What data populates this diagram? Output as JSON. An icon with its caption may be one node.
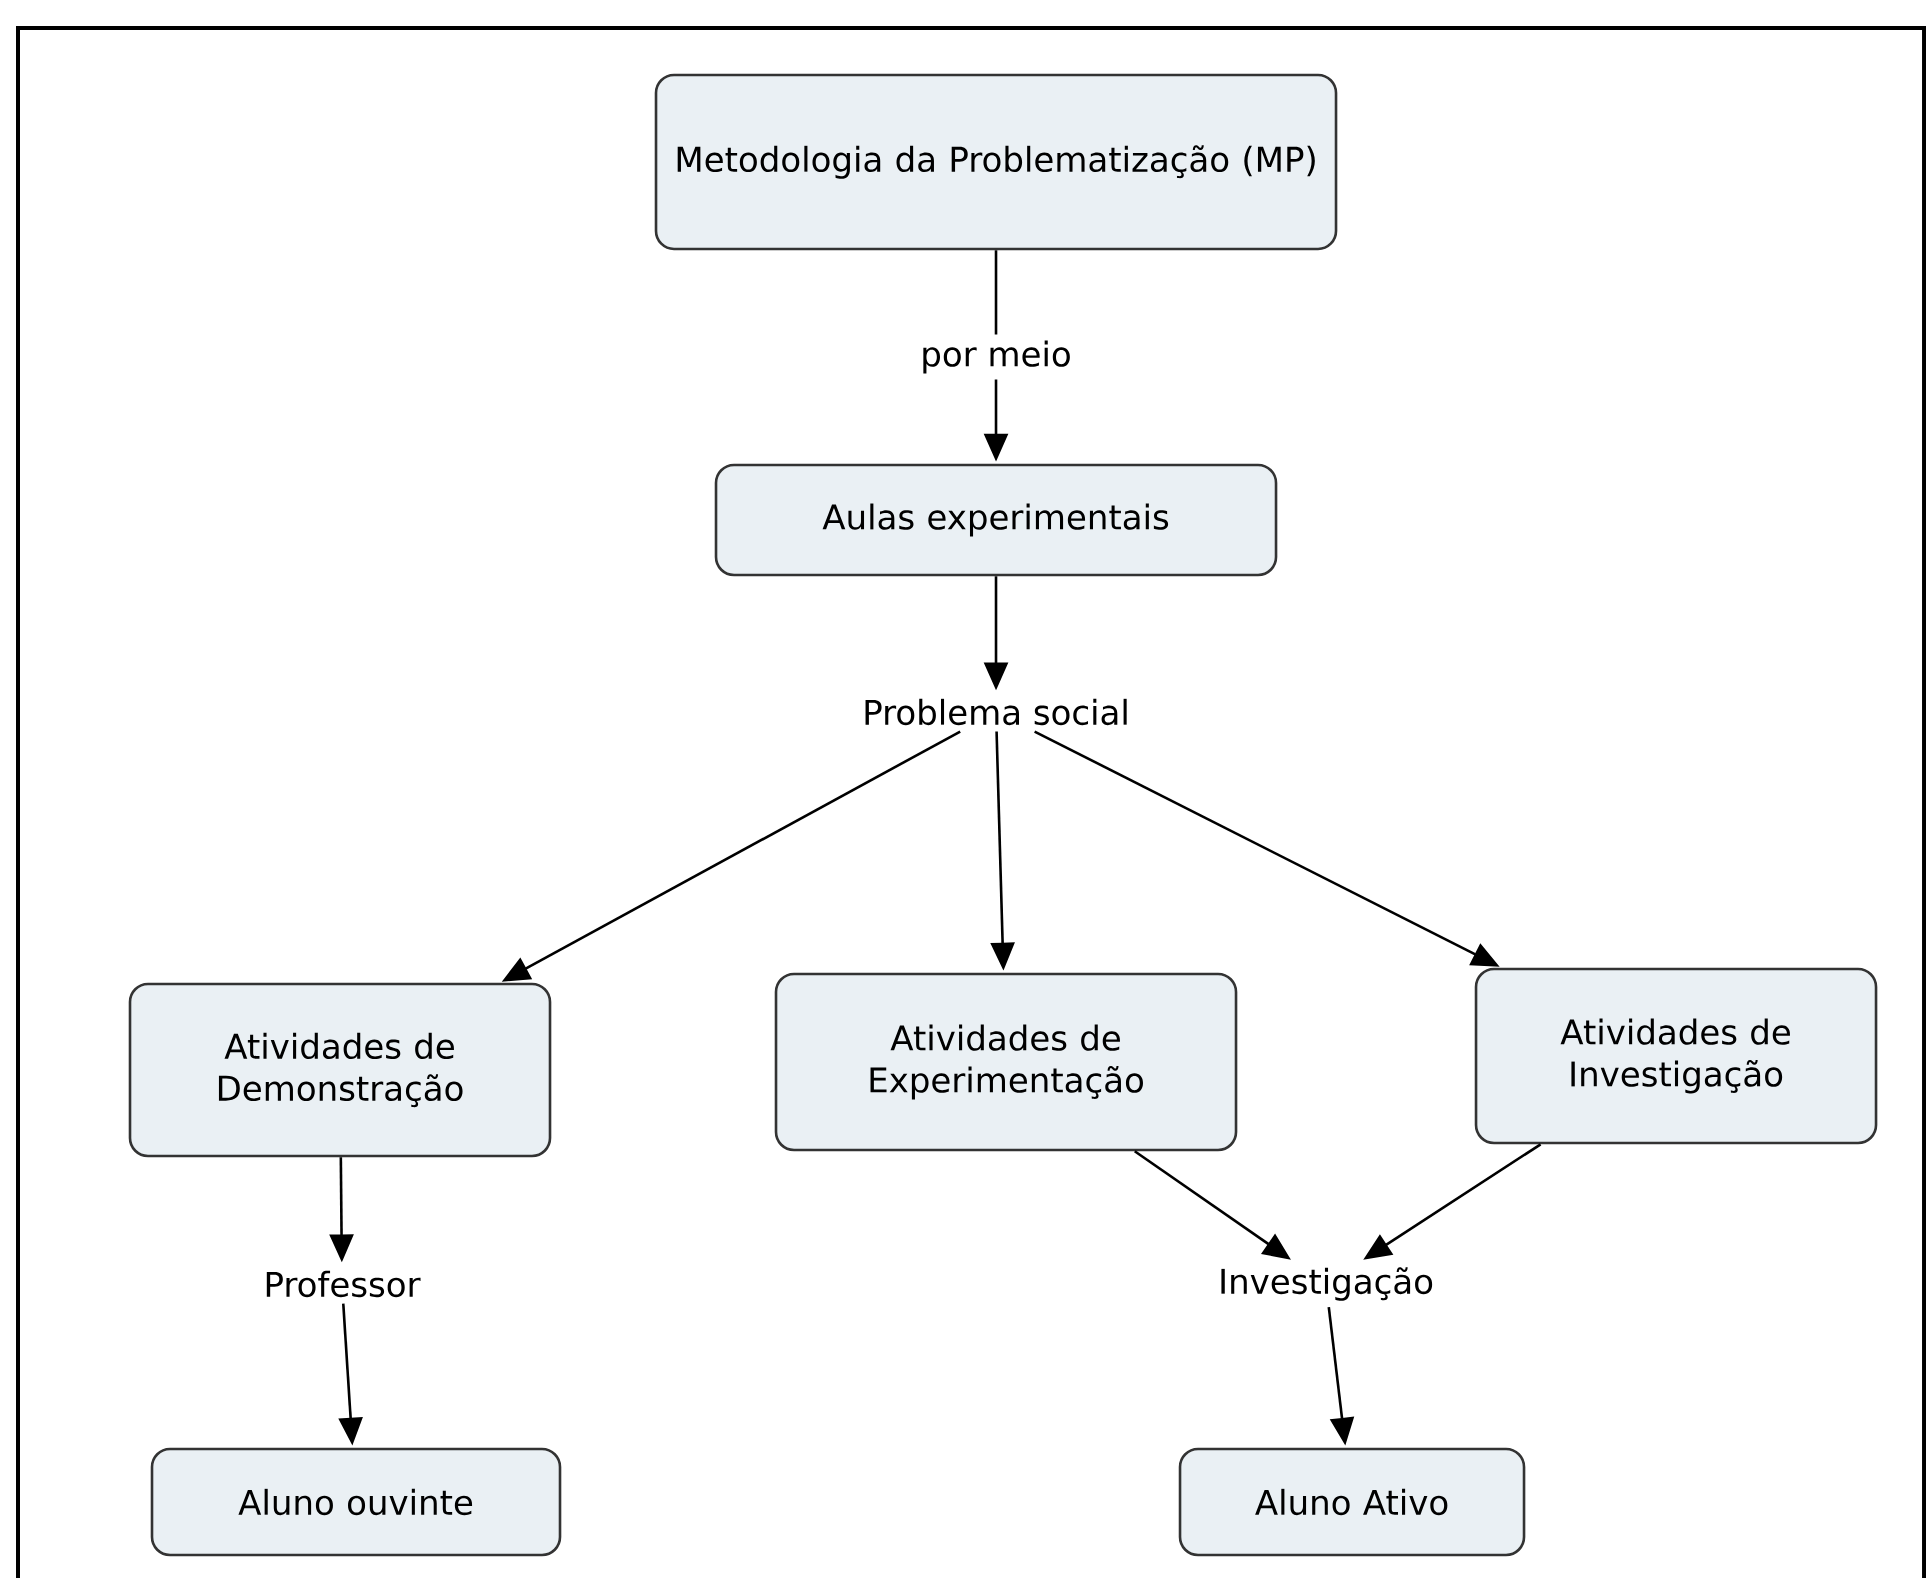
{
  "diagram": {
    "nodes": [
      {
        "text": [
          "Metodologia da Problematização (MP)"
        ]
      },
      {
        "text": [
          "Aulas experimentais"
        ]
      },
      {
        "text": [
          "Problema social"
        ]
      },
      {
        "text": [
          "Atividades de Demonstração"
        ]
      },
      {
        "text": [
          "Atividades de Experimentação"
        ]
      },
      {
        "text": [
          "Atividades de Investigação"
        ]
      },
      {
        "text": [
          "Professor"
        ]
      },
      {
        "text": [
          "Investigação"
        ]
      },
      {
        "text": [
          "Aluno ouvinte"
        ]
      },
      {
        "text": [
          "Aluno Ativo"
        ]
      }
    ],
    "edges": [
      {
        "from": 0,
        "to": 1,
        "arrow": "to",
        "label": "por meio"
      },
      {
        "from": 1,
        "to": 2,
        "arrow": "to"
      },
      {
        "from": 2,
        "to": 3,
        "arrow": "to"
      },
      {
        "from": 2,
        "to": 4,
        "arrow": "to"
      },
      {
        "from": 2,
        "to": 5,
        "arrow": "to"
      },
      {
        "from": 3,
        "to": 6,
        "arrow": "to"
      },
      {
        "from": 6,
        "to": 8,
        "arrow": "to"
      },
      {
        "from": 4,
        "to": 7,
        "arrow": "to"
      },
      {
        "from": 5,
        "to": 7,
        "arrow": "to"
      },
      {
        "from": 7,
        "to": 9,
        "arrow": "to"
      }
    ]
  }
}
